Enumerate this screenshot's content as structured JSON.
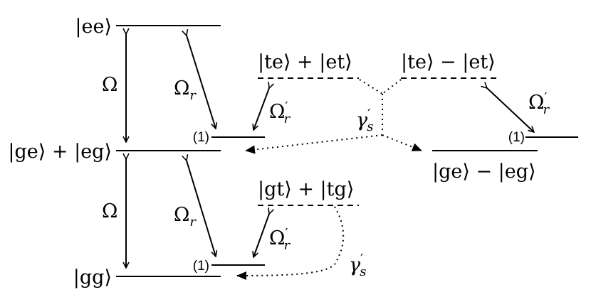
{
  "states": {
    "ee": "|ee⟩",
    "ge_plus": "|ge⟩ + |eg⟩",
    "gg": "|gg⟩",
    "te_plus": "|te⟩ + |et⟩",
    "te_minus": "|te⟩ − |et⟩",
    "ge_minus": "|ge⟩ − |eg⟩",
    "gt_plus": "|gt⟩ + |tg⟩"
  },
  "couplings": {
    "omega": "Ω",
    "omega_r_base": "Ω",
    "omega_r_sub": "r",
    "omega_r_prime_base": "Ω",
    "omega_r_prime_sup": "′",
    "omega_r_prime_sub": "r",
    "gamma_base": "γ",
    "gamma_sup": "′",
    "gamma_sub": "s"
  },
  "marker": "(1)"
}
